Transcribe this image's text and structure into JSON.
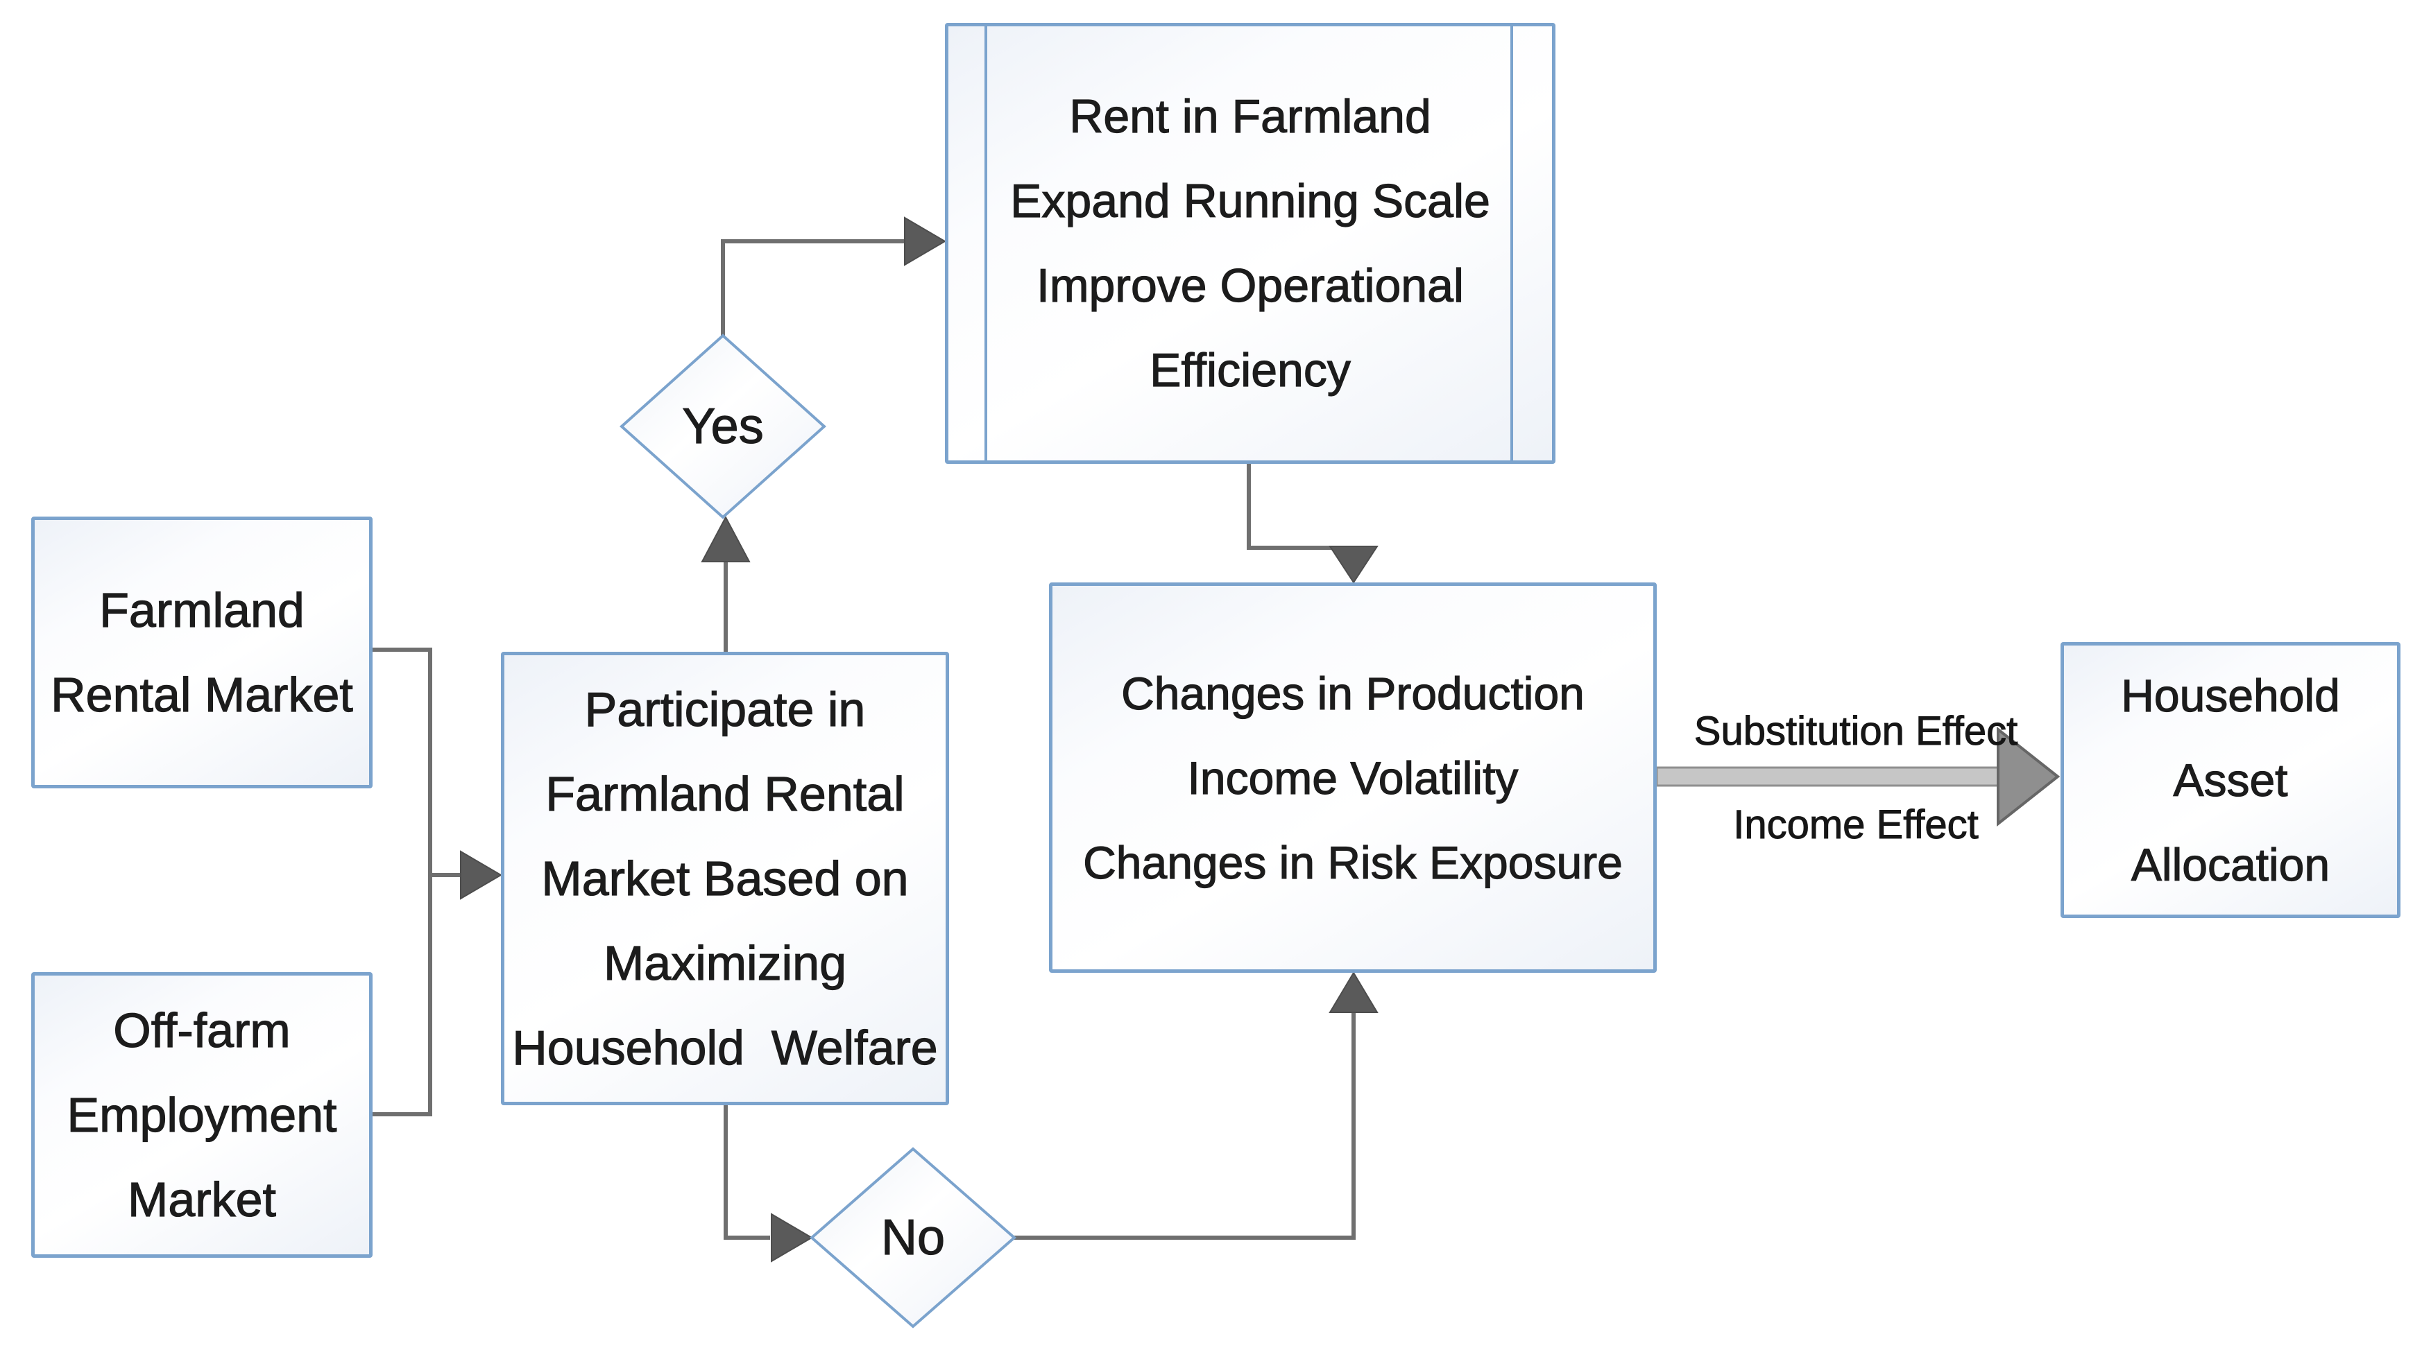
{
  "figure": {
    "type": "flowchart",
    "background": "#ffffff"
  },
  "nodes": {
    "farmland_rental_market": {
      "lines": [
        "Farmland",
        "Rental Market"
      ]
    },
    "off_farm_employment_market": {
      "lines": [
        "Off-farm",
        "Employment",
        "Market"
      ]
    },
    "participate_decision": {
      "lines": [
        "Participate in",
        "Farmland Rental",
        "Market Based on",
        "Maximizing",
        "Household  Welfare"
      ]
    },
    "rent_in_farmland": {
      "lines": [
        "Rent in Farmland",
        "Expand Running Scale",
        "Improve Operational",
        "Efficiency"
      ]
    },
    "changes_in_production": {
      "lines": [
        "Changes in Production",
        "Income Volatility",
        "Changes in Risk Exposure"
      ]
    },
    "household_asset_allocation": {
      "lines": [
        "Household",
        "Asset",
        "Allocation"
      ]
    }
  },
  "decisions": {
    "yes": {
      "label": "Yes"
    },
    "no": {
      "label": "No"
    }
  },
  "edge_labels": {
    "substitution_effect": "Substitution Effect",
    "income_effect": "Income Effect"
  },
  "colors": {
    "node_border": "#7ba3cd",
    "node_fill_light": "#ffffff",
    "node_fill_shade": "#edf1f8",
    "connector_gray": "#6f6f6f",
    "arrowhead_gray": "#5a5a5a",
    "big_arrow_shaft": "#c6c6c6",
    "big_arrow_head": "#8f8f8f",
    "text": "#1c1c1c"
  }
}
